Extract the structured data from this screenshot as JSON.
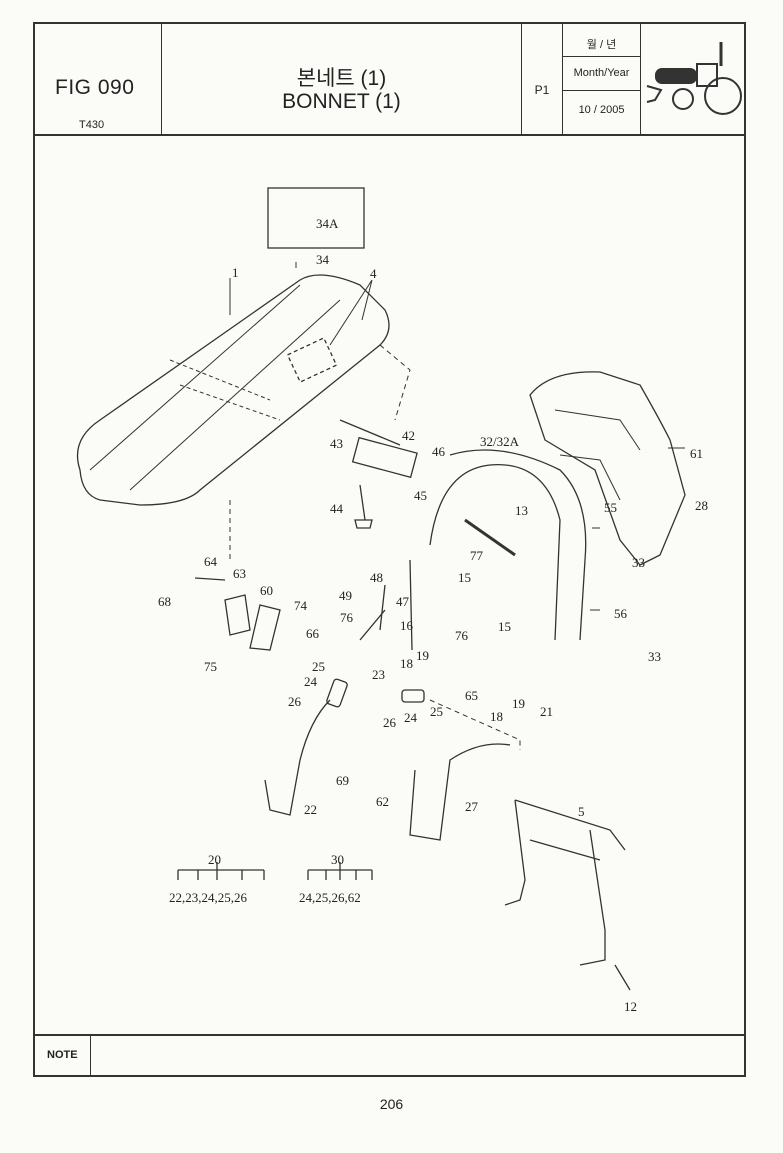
{
  "header": {
    "fig_label": "FIG 090",
    "model": "T430",
    "title_korean": "본네트 (1)",
    "title_english": "BONNET (1)",
    "page_code": "P1",
    "date_label_korean": "월 / 년",
    "date_label_english": "Month/Year",
    "date_value": "10 / 2005",
    "tractor_icon": "tractor-icon"
  },
  "diagram": {
    "part_refs": [
      "1",
      "4",
      "5",
      "12",
      "13",
      "15",
      "16",
      "18",
      "19",
      "21",
      "22",
      "23",
      "24",
      "25",
      "26",
      "27",
      "28",
      "32/32A",
      "33",
      "34",
      "34A",
      "42",
      "43",
      "44",
      "45",
      "46",
      "47",
      "48",
      "49",
      "55",
      "56",
      "60",
      "61",
      "62",
      "63",
      "64",
      "65",
      "66",
      "68",
      "69",
      "74",
      "75",
      "76",
      "77"
    ],
    "kit_groups": [
      {
        "kit": "20",
        "parts": "22,23,24,25,26"
      },
      {
        "kit": "30",
        "parts": "24,25,26,62"
      }
    ]
  },
  "note": {
    "label": "NOTE"
  },
  "page_number": "206"
}
